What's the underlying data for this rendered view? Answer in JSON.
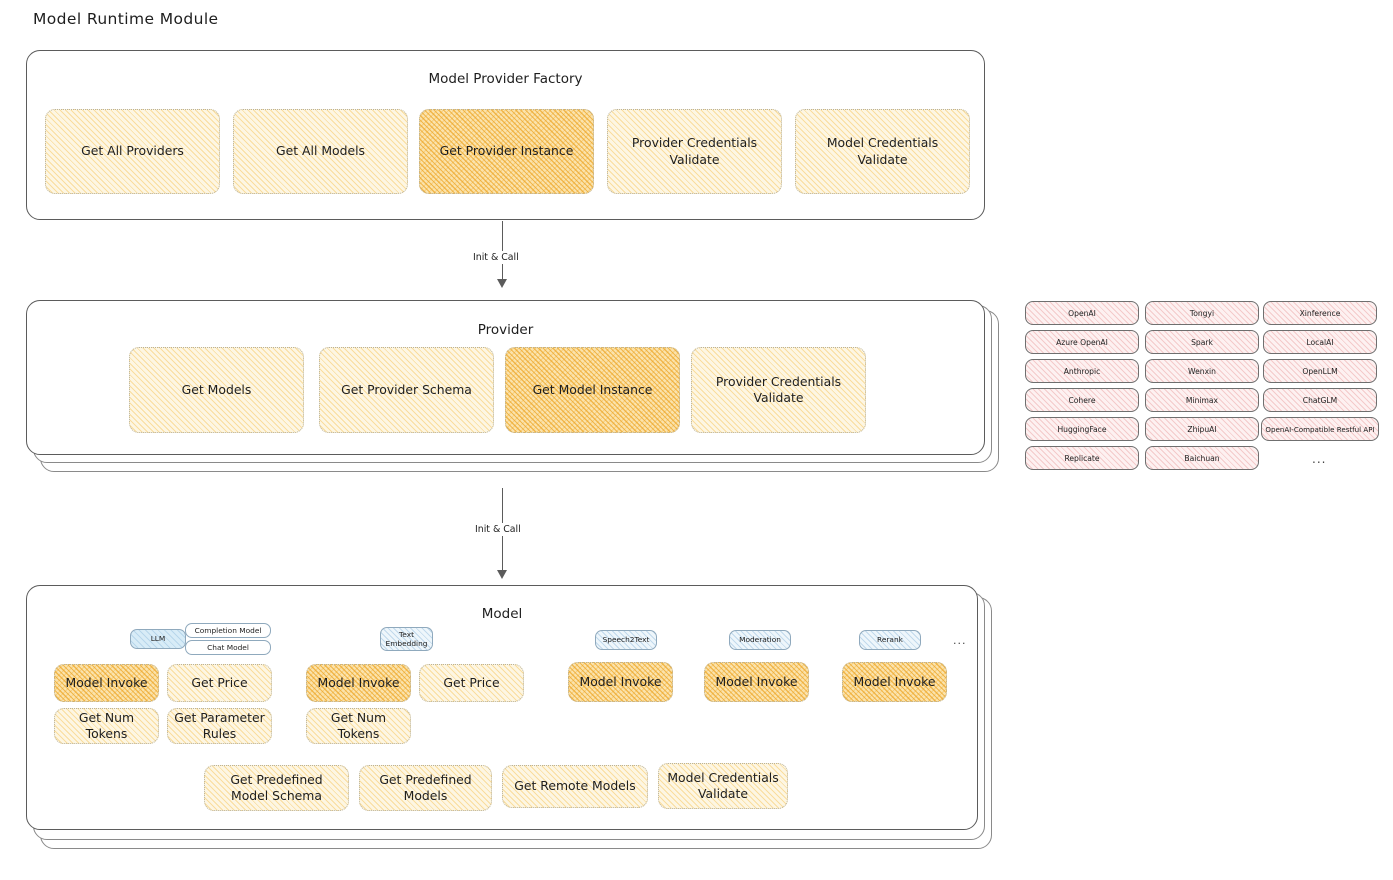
{
  "page": {
    "title": "Model Runtime Module",
    "ellipsis": "..."
  },
  "connectors": [
    {
      "label": "Init & Call"
    },
    {
      "label": "Init & Call"
    }
  ],
  "factory": {
    "title": "Model Provider Factory",
    "methods": [
      {
        "label": "Get All Providers",
        "highlighted": false
      },
      {
        "label": "Get All Models",
        "highlighted": false
      },
      {
        "label": "Get Provider Instance",
        "highlighted": true
      },
      {
        "label": "Provider Credentials Validate",
        "highlighted": false
      },
      {
        "label": "Model Credentials Validate",
        "highlighted": false
      }
    ]
  },
  "provider": {
    "title": "Provider",
    "methods": [
      {
        "label": "Get Models",
        "highlighted": false
      },
      {
        "label": "Get Provider Schema",
        "highlighted": false
      },
      {
        "label": "Get Model Instance",
        "highlighted": true
      },
      {
        "label": "Provider Credentials Validate",
        "highlighted": false
      }
    ]
  },
  "provider_list": {
    "columns": [
      [
        "OpenAI",
        "Azure OpenAI",
        "Anthropic",
        "Cohere",
        "HuggingFace",
        "Replicate"
      ],
      [
        "Tongyi",
        "Spark",
        "Wenxin",
        "Minimax",
        "ZhipuAI",
        "Baichuan"
      ],
      [
        "Xinference",
        "LocalAI",
        "OpenLLM",
        "ChatGLM",
        "OpenAI-Compatible Restful API"
      ]
    ],
    "more": "..."
  },
  "model": {
    "title": "Model",
    "types": [
      {
        "label": "LLM",
        "style": "solid-blue"
      },
      {
        "label": "Completion Model",
        "style": "outline"
      },
      {
        "label": "Chat Model",
        "style": "outline"
      },
      {
        "label": "Text Embedding",
        "style": "hatch-blue"
      },
      {
        "label": "Speech2Text",
        "style": "hatch-blue"
      },
      {
        "label": "Moderation",
        "style": "hatch-blue"
      },
      {
        "label": "Rerank",
        "style": "hatch-blue"
      }
    ],
    "more": "...",
    "columns": [
      {
        "name": "llm",
        "methods": [
          {
            "label": "Model Invoke",
            "highlighted": true
          },
          {
            "label": "Get Price",
            "highlighted": false
          },
          {
            "label": "Get Num Tokens",
            "highlighted": false
          },
          {
            "label": "Get Parameter Rules",
            "highlighted": false
          }
        ]
      },
      {
        "name": "text-embedding",
        "methods": [
          {
            "label": "Model Invoke",
            "highlighted": true
          },
          {
            "label": "Get Price",
            "highlighted": false
          },
          {
            "label": "Get Num Tokens",
            "highlighted": false
          }
        ]
      },
      {
        "name": "speech2text",
        "methods": [
          {
            "label": "Model Invoke",
            "highlighted": true
          }
        ]
      },
      {
        "name": "moderation",
        "methods": [
          {
            "label": "Model Invoke",
            "highlighted": true
          }
        ]
      },
      {
        "name": "rerank",
        "methods": [
          {
            "label": "Model Invoke",
            "highlighted": true
          }
        ]
      }
    ],
    "shared_methods": [
      {
        "label": "Get Predefined Model Schema"
      },
      {
        "label": "Get Predefined Models"
      },
      {
        "label": "Get Remote Models"
      },
      {
        "label": "Model Credentials Validate"
      }
    ]
  },
  "colors": {
    "amber_fill": "#fdf6e3",
    "amber_strong": "#fbe3ac",
    "rose_fill": "#fdf1f1",
    "blue_fill": "#d8ecf7",
    "stroke": "#5b5b5b"
  }
}
